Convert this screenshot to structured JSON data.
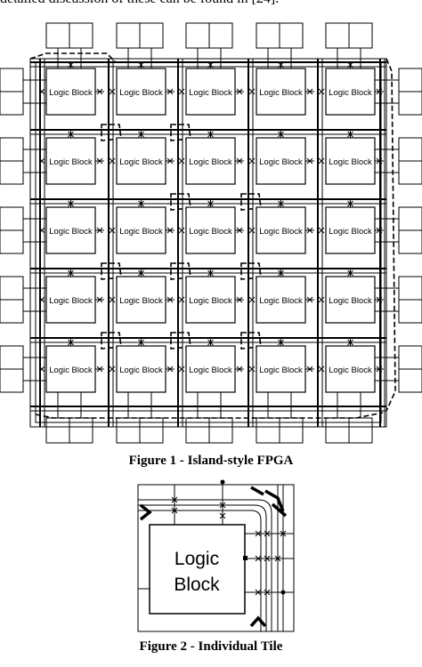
{
  "header_text": "detailed discussion of these can be found in [24].",
  "figure1": {
    "caption": "Figure 1 - Island-style FPGA",
    "block_label": "Logic Block"
  },
  "figure2": {
    "caption": "Figure 2 - Individual Tile",
    "block_label_line1": "Logic",
    "block_label_line2": "Block"
  }
}
